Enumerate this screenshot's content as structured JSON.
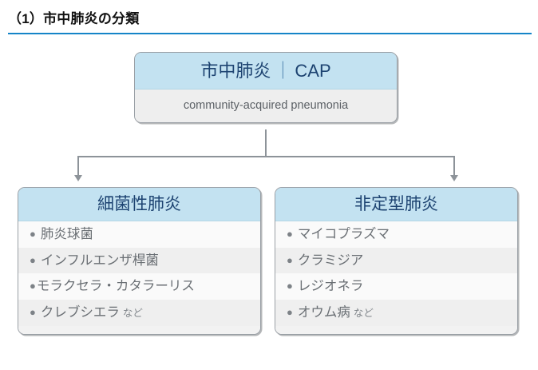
{
  "page": {
    "title": "（1）市中肺炎の分類",
    "rule_color": "#1585c8"
  },
  "diagram": {
    "type": "classification-tree",
    "root": {
      "title_main": "市中肺炎",
      "title_separator": "｜",
      "title_abbr": "CAP",
      "subtitle": "community-acquired pneumonia",
      "header_bg": "#c3e2f1",
      "header_text_color": "#1d4371",
      "body_bg": "#eeeeee"
    },
    "children": [
      {
        "title": "細菌性肺炎",
        "items": [
          {
            "bullet": "●",
            "text": "肺炎球菌",
            "suffix": ""
          },
          {
            "bullet": "●",
            "text": "インフルエンザ桿菌",
            "suffix": ""
          },
          {
            "bullet": "●",
            "text": "モラクセラ・カタラーリス",
            "suffix": ""
          },
          {
            "bullet": "●",
            "text": "クレブシエラ",
            "suffix": "など"
          }
        ]
      },
      {
        "title": "非定型肺炎",
        "items": [
          {
            "bullet": "●",
            "text": "マイコプラズマ",
            "suffix": ""
          },
          {
            "bullet": "●",
            "text": "クラミジア",
            "suffix": ""
          },
          {
            "bullet": "●",
            "text": "レジオネラ",
            "suffix": ""
          },
          {
            "bullet": "●",
            "text": "オウム病",
            "suffix": "など"
          }
        ]
      }
    ],
    "connector_color": "#8d9399"
  }
}
